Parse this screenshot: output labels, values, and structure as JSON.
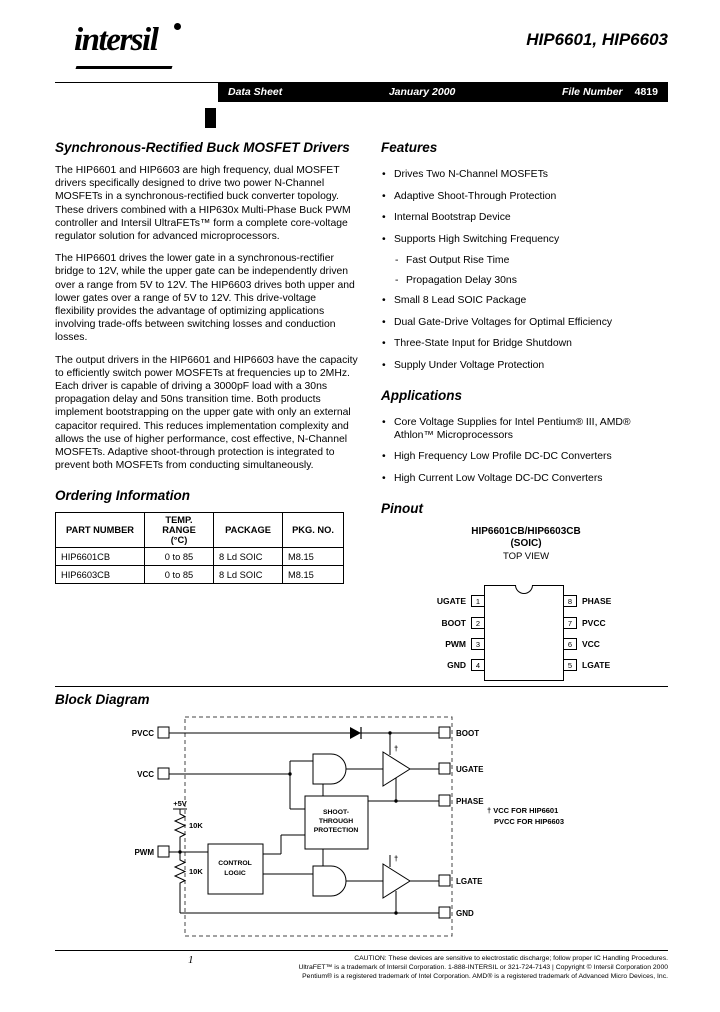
{
  "page": {
    "logo_text": "intersil",
    "title": "HIP6601, HIP6603",
    "bar": {
      "left": "Data Sheet",
      "center": "January 2000",
      "right_label": "File Number",
      "right_value": "4819"
    }
  },
  "overview": {
    "heading": "Synchronous-Rectified Buck MOSFET Drivers",
    "paragraphs": [
      "The HIP6601 and HIP6603 are high frequency, dual MOSFET drivers specifically designed to drive two power N-Channel MOSFETs in a synchronous-rectified buck converter topology. These drivers combined with a HIP630x Multi-Phase Buck PWM controller and Intersil UltraFETs™ form a complete core-voltage regulator solution for advanced microprocessors.",
      "The HIP6601 drives the lower gate in a synchronous-rectifier bridge to 12V, while the upper gate can be independently driven over a range from 5V to 12V. The HIP6603 drives both upper and lower gates over a range of 5V to 12V. This drive-voltage flexibility provides the advantage of optimizing applications involving trade-offs between switching losses and conduction losses.",
      "The output drivers in the HIP6601 and HIP6603 have the capacity to efficiently switch power MOSFETs at frequencies up to 2MHz. Each driver is capable of driving a 3000pF load with a 30ns propagation delay and 50ns transition time. Both products implement bootstrapping on the upper gate with only an external capacitor required. This reduces implementation complexity and allows the use of higher performance, cost effective, N-Channel MOSFETs. Adaptive shoot-through protection is integrated to prevent both MOSFETs from conducting simultaneously."
    ]
  },
  "ordering": {
    "heading": "Ordering Information",
    "headers": {
      "part_number": "PART NUMBER",
      "temp_range_line1": "TEMP. RANGE",
      "temp_range_line2": "(°C)",
      "package": "PACKAGE",
      "pkg_no": "PKG. NO."
    },
    "rows": [
      [
        "HIP6601CB",
        "0 to 85",
        "8 Ld SOIC",
        "M8.15"
      ],
      [
        "HIP6603CB",
        "0 to 85",
        "8 Ld SOIC",
        "M8.15"
      ]
    ]
  },
  "features": {
    "heading": "Features",
    "items": [
      {
        "text": "Drives Two N-Channel MOSFETs"
      },
      {
        "text": "Adaptive Shoot-Through Protection"
      },
      {
        "text": "Internal Bootstrap Device"
      },
      {
        "text": "Supports High Switching Frequency",
        "subs": [
          "Fast Output Rise Time",
          "Propagation Delay 30ns"
        ]
      },
      {
        "text": "Small 8 Lead SOIC Package"
      },
      {
        "text": "Dual Gate-Drive Voltages for Optimal Efficiency"
      },
      {
        "text": "Three-State Input for Bridge Shutdown"
      },
      {
        "text": "Supply Under Voltage Protection"
      }
    ]
  },
  "applications": {
    "heading": "Applications",
    "items": [
      "Core Voltage Supplies for Intel Pentium® III, AMD® Athlon™ Microprocessors",
      "High Frequency Low Profile DC-DC Converters",
      "High Current Low Voltage DC-DC Converters"
    ]
  },
  "pinout": {
    "heading": "Pinout",
    "title_line1": "HIP6601CB/HIP6603CB",
    "title_line2": "(SOIC)",
    "title_line3": "TOP VIEW",
    "left_pins": [
      {
        "num": "1",
        "label": "UGATE"
      },
      {
        "num": "2",
        "label": "BOOT"
      },
      {
        "num": "3",
        "label": "PWM"
      },
      {
        "num": "4",
        "label": "GND"
      }
    ],
    "right_pins": [
      {
        "num": "8",
        "label": "PHASE"
      },
      {
        "num": "7",
        "label": "PVCC"
      },
      {
        "num": "6",
        "label": "VCC"
      },
      {
        "num": "5",
        "label": "LGATE"
      }
    ]
  },
  "block_diagram": {
    "heading": "Block Diagram",
    "labels": {
      "pvcc": "PVCC",
      "vcc": "VCC",
      "pwm": "PWM",
      "plus5v": "+5V",
      "r1": "10K",
      "r2": "10K",
      "control_line1": "CONTROL",
      "control_line2": "LOGIC",
      "shoot_line1": "SHOOT-",
      "shoot_line2": "THROUGH",
      "shoot_line3": "PROTECTION",
      "boot": "BOOT",
      "ugate": "UGATE",
      "phase": "PHASE",
      "lgate": "LGATE",
      "gnd": "GND",
      "dagger": "†",
      "note_line1": "† VCC FOR HIP6601",
      "note_line2": "PVCC FOR HIP6603"
    }
  },
  "footer": {
    "page_number": "1",
    "lines": [
      "CAUTION: These devices are sensitive to electrostatic discharge; follow proper IC Handling Procedures.",
      "UltraFET™ is a trademark of Intersil Corporation. 1-888-INTERSIL or 321-724-7143 | Copyright © Intersil Corporation 2000",
      "Pentium® is a registered trademark of Intel Corporation. AMD® is a registered trademark of Advanced Micro Devices, Inc."
    ]
  }
}
